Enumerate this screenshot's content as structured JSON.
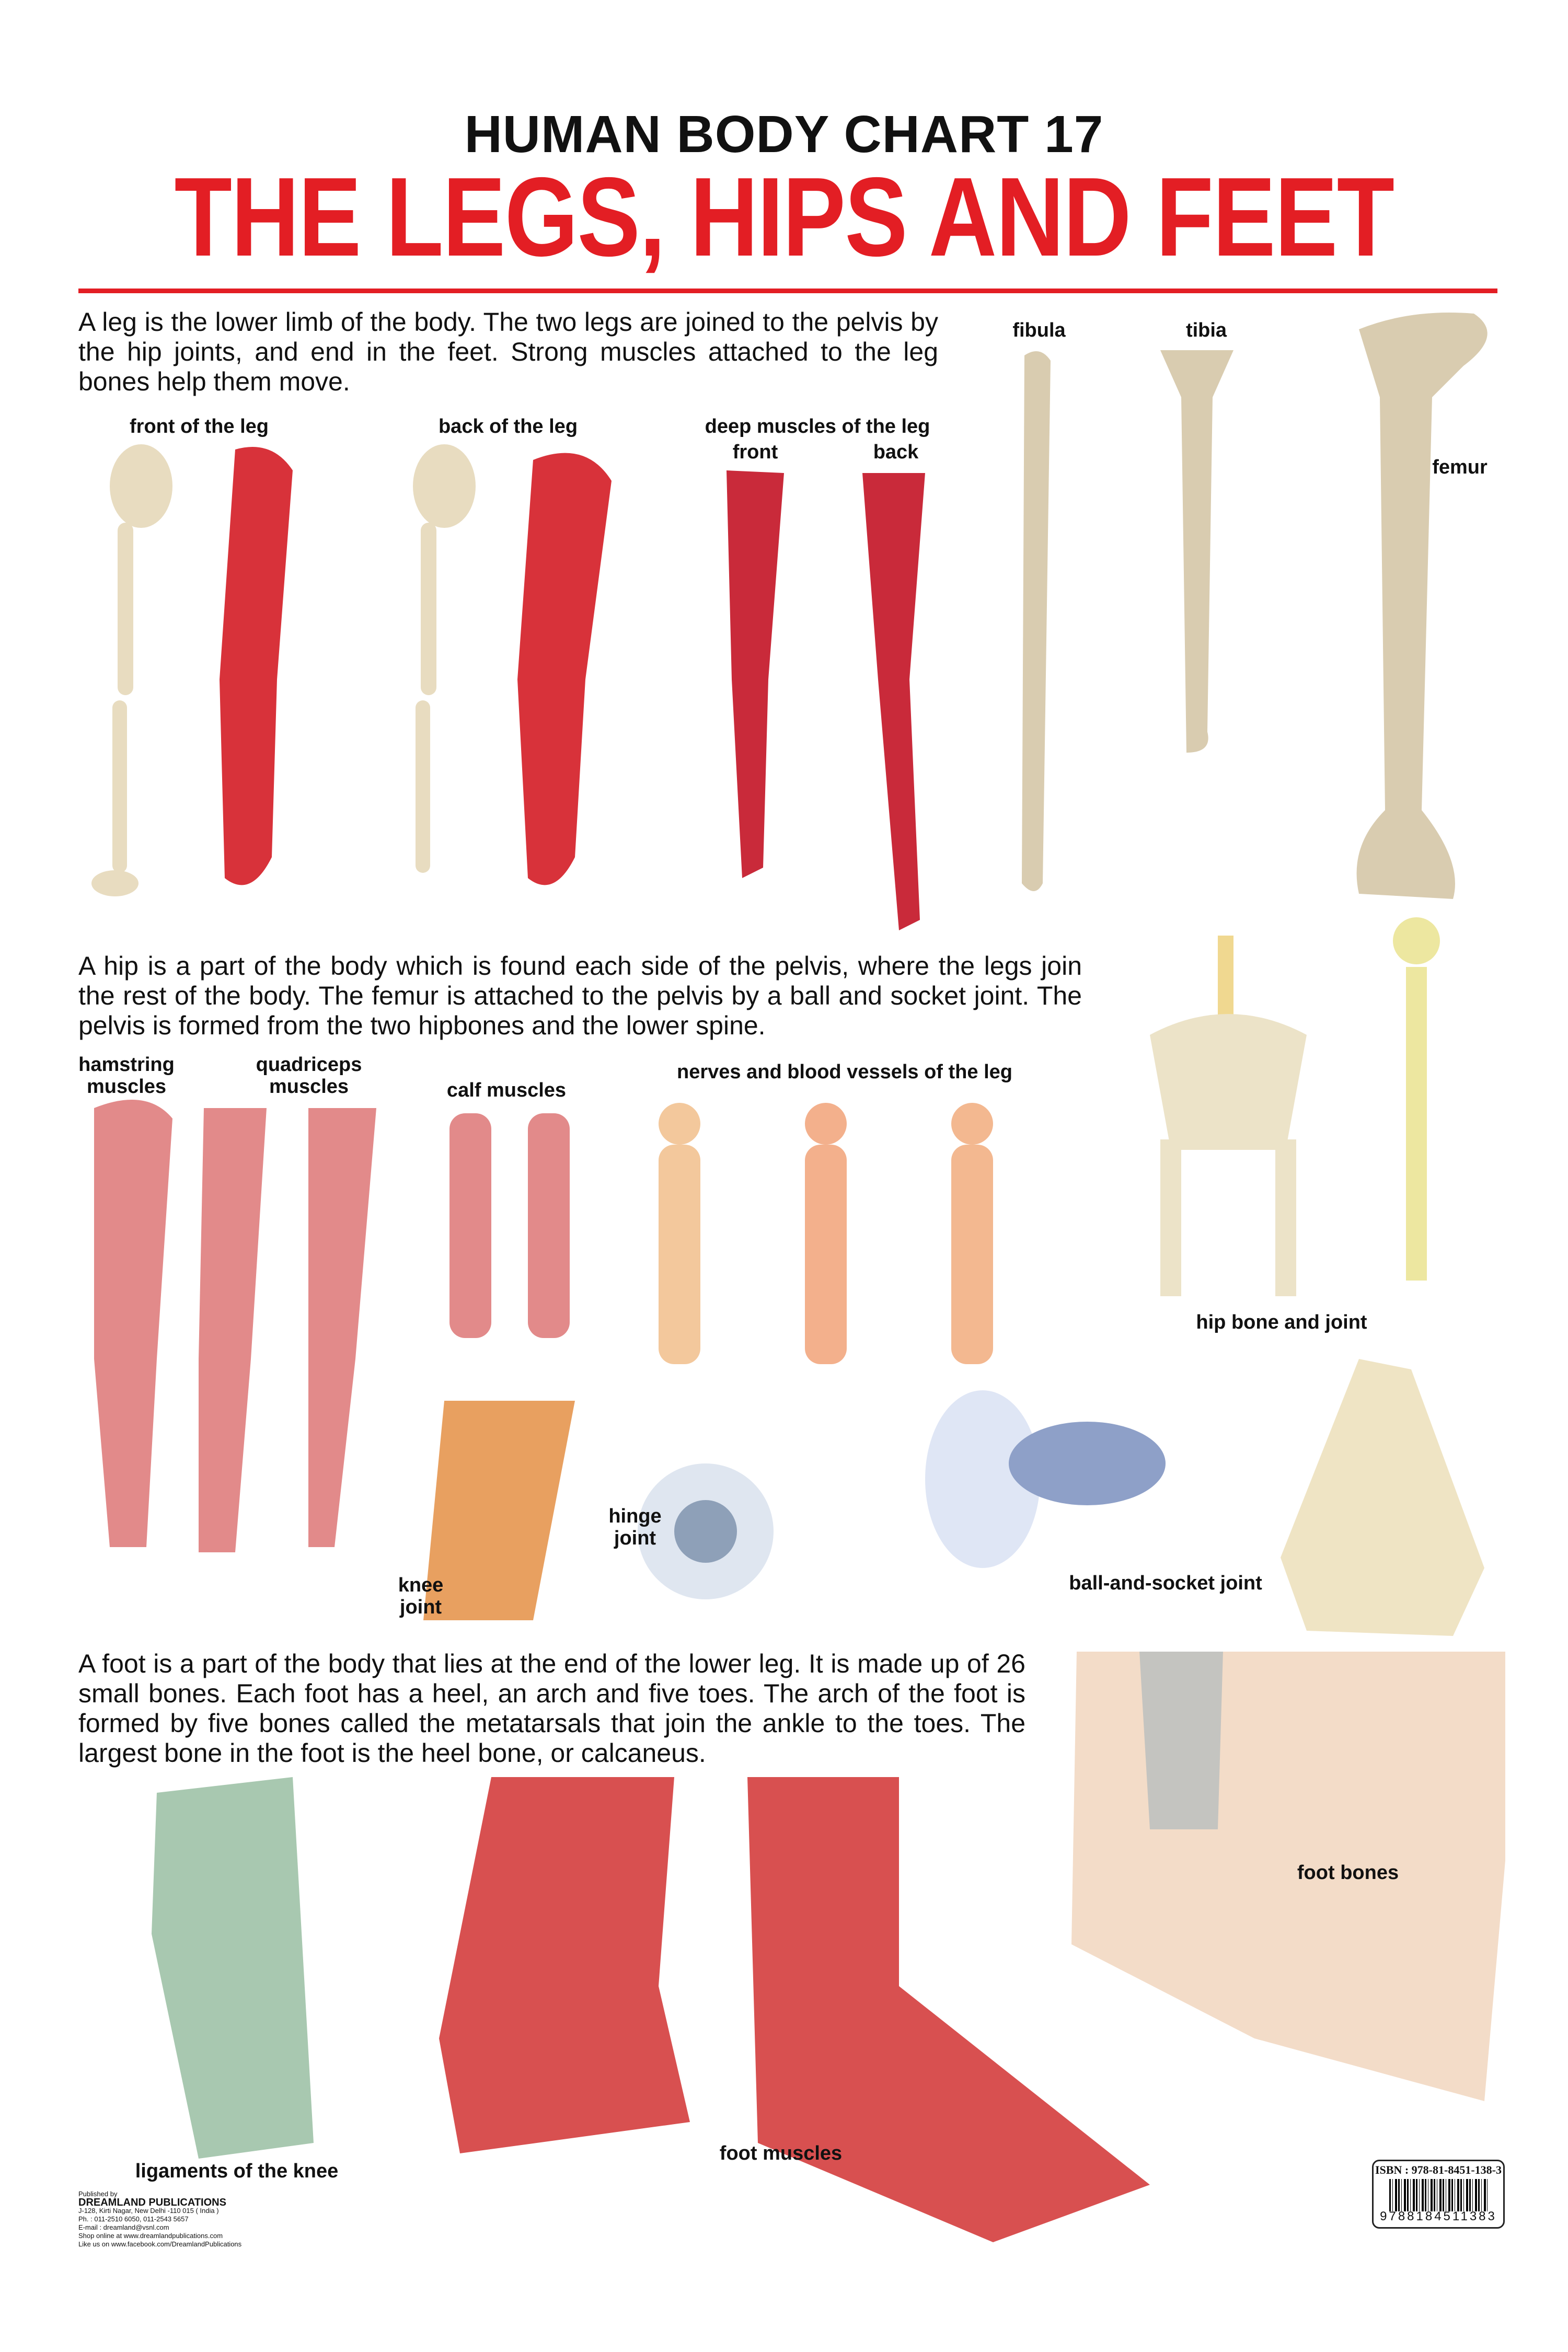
{
  "header": {
    "subtitle": "HUMAN BODY CHART 17",
    "title": "THE LEGS, HIPS AND FEET"
  },
  "colors": {
    "title_red": "#e31e24",
    "muscle": "#d8323a",
    "bone": "#e8dcc0"
  },
  "sections": {
    "legs_text": "A leg is the lower limb of the body. The two legs are joined to the pelvis by the hip joints, and end in the feet. Strong muscles attached to the leg bones help them move.",
    "hips_text": "A hip is a part of the body which is found each side of the pelvis, where the legs join the rest of the body. The femur is attached to the pelvis by a ball and socket joint. The pelvis is formed from the two hipbones and the lower spine.",
    "feet_text": "A foot is a part of the body that lies at the end of the lower leg. It is made up of 26 small bones. Each foot has a heel, an arch and five toes. The arch of the foot is formed by five bones called the metatarsals that join the ankle to the toes. The largest bone in the foot is the heel bone, or calcaneus."
  },
  "labels": {
    "front_leg": "front of the leg",
    "back_leg": "back of the leg",
    "deep_muscles": "deep muscles of the leg",
    "front": "front",
    "back": "back",
    "fibula": "fibula",
    "tibia": "tibia",
    "femur": "femur",
    "hamstring": "hamstring muscles",
    "quadriceps": "quadriceps muscles",
    "calf": "calf muscles",
    "nerves": "nerves and blood vessels of the leg",
    "hip_bone": "hip bone and joint",
    "knee_joint": "knee joint",
    "hinge_joint": "hinge joint",
    "ball_socket": "ball-and-socket joint",
    "foot_bones": "foot bones",
    "ligaments": "ligaments of the knee",
    "foot_muscles": "foot muscles"
  },
  "publisher": {
    "published_by": "Published by",
    "name": "DREAMLAND  PUBLICATIONS",
    "address": "J-128, Kirti Nagar, New Delhi -110 015 ( India )",
    "phone": "Ph. : 011-2510 6050, 011-2543 5657",
    "email": "E-mail : dreamland@vsnl.com",
    "shop": "Shop online at www.dreamlandpublications.com",
    "facebook": "Like us on www.facebook.com/DreamlandPublications"
  },
  "isbn": {
    "label": "ISBN : 978-81-8451-138-3",
    "barcode_number": "9788184511383"
  }
}
